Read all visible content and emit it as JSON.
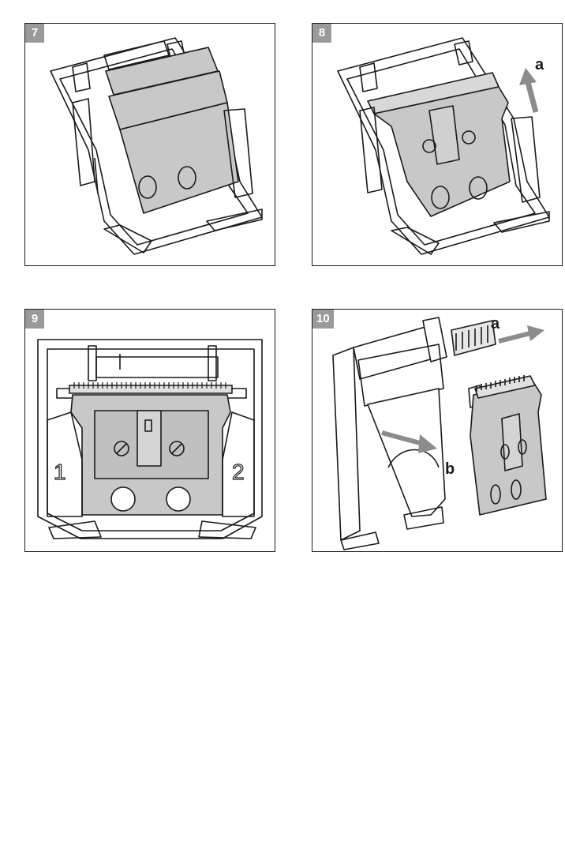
{
  "figures": [
    {
      "number": "7"
    },
    {
      "number": "8",
      "callouts": {
        "a": "a"
      }
    },
    {
      "number": "9",
      "side_labels": {
        "left": "1",
        "right": "2"
      }
    },
    {
      "number": "10",
      "callouts": {
        "a": "a",
        "b": "b"
      }
    }
  ],
  "colors": {
    "badge": "#9a9a9a",
    "arrow": "#8c8c8c",
    "blade": "#c8c8c8",
    "line": "#1a1a1a"
  }
}
